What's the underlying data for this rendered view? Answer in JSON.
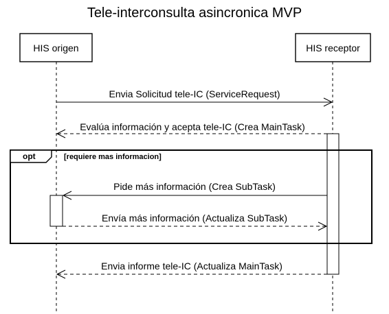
{
  "title": "Tele-interconsulta asincronica MVP",
  "participants": [
    {
      "id": "origen",
      "label": "HIS origen"
    },
    {
      "id": "receptor",
      "label": "HIS receptor"
    }
  ],
  "messages": [
    {
      "id": "m1",
      "from": "origen",
      "to": "receptor",
      "style": "solid",
      "label": "Envia Solicitud tele-IC (ServiceRequest)"
    },
    {
      "id": "m2",
      "from": "receptor",
      "to": "origen",
      "style": "dashed",
      "label": "Evalúa información y acepta tele-IC (Crea MainTask)"
    },
    {
      "id": "m3",
      "from": "receptor",
      "to": "origen",
      "style": "solid",
      "label": "Pide más información (Crea SubTask)"
    },
    {
      "id": "m4",
      "from": "origen",
      "to": "receptor",
      "style": "dashed",
      "label": "Envía más información (Actualiza SubTask)"
    },
    {
      "id": "m5",
      "from": "receptor",
      "to": "origen",
      "style": "dashed",
      "label": "Envia informe tele-IC (Actualiza MainTask)"
    }
  ],
  "fragment": {
    "operator": "opt",
    "guard": "[requiere mas informacion]"
  }
}
